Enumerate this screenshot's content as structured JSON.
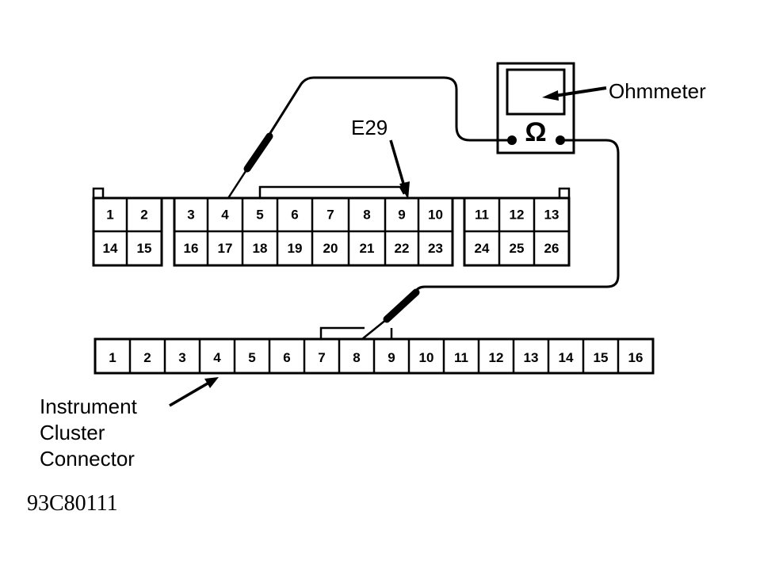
{
  "figure_id": "93C80111",
  "labels": {
    "ohmmeter": "Ohmmeter",
    "e29": "E29",
    "instrument_cluster": [
      "Instrument",
      "Cluster",
      "Connector"
    ],
    "ohm_symbol": "Ω"
  },
  "e29_connector": {
    "top_row": [
      "1",
      "2",
      "3",
      "4",
      "5",
      "6",
      "7",
      "8",
      "9",
      "10",
      "11",
      "12",
      "13"
    ],
    "bottom_row": [
      "14",
      "15",
      "16",
      "17",
      "18",
      "19",
      "20",
      "21",
      "22",
      "23",
      "24",
      "25",
      "26"
    ],
    "probe_pin": "4",
    "arrow_pin": "9"
  },
  "cluster_connector": {
    "pins": [
      "1",
      "2",
      "3",
      "4",
      "5",
      "6",
      "7",
      "8",
      "9",
      "10",
      "11",
      "12",
      "13",
      "14",
      "15",
      "16"
    ],
    "probe_pin": "8"
  },
  "colors": {
    "ink": "#000000",
    "paper": "#ffffff"
  }
}
